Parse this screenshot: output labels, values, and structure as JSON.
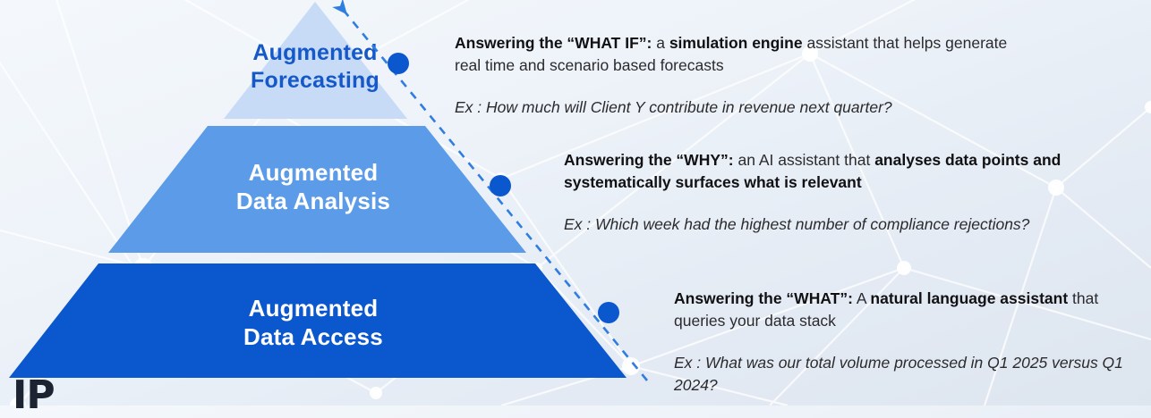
{
  "theme": {
    "tier_top_fill": "#c7dbf7",
    "tier_mid_fill": "#5b9be8",
    "tier_bottom_fill": "#0b57ce",
    "accent_dot": "#0b57ce",
    "arrow_color": "#2f7de0",
    "top_label_color": "#1559c9",
    "background_from": "#f4f8fc",
    "background_to": "#dde5ef"
  },
  "pyramid": {
    "tiers": [
      {
        "id": "augmented-forecasting",
        "label": "Augmented\nForecasting"
      },
      {
        "id": "augmented-data-analysis",
        "label": "Augmented\nData Analysis"
      },
      {
        "id": "augmented-data-access",
        "label": "Augmented\nData Access"
      }
    ]
  },
  "blocks": [
    {
      "id": "forecasting",
      "lead": "Answering the “WHAT IF”:",
      "body_pre": " a ",
      "body_strong": "simulation engine",
      "body_post": " assistant that helps generate real time and scenario based forecasts",
      "example": "Ex : How much will Client Y contribute in revenue next quarter?"
    },
    {
      "id": "data-analysis",
      "lead": "Answering the “WHY”:",
      "body_pre": " an AI assistant that ",
      "body_strong": "analyses data points and systematically surfaces what is relevant",
      "body_post": "",
      "example": "Ex : Which week had the highest number of compliance rejections?"
    },
    {
      "id": "data-access",
      "lead": "Answering the “WHAT”:",
      "body_pre": " A ",
      "body_strong": "natural language assistant",
      "body_post": " that queries your data stack",
      "example": "Ex : What was our total volume processed in Q1 2025 versus Q1 2024?"
    }
  ],
  "logo": {
    "mark": "IP"
  }
}
